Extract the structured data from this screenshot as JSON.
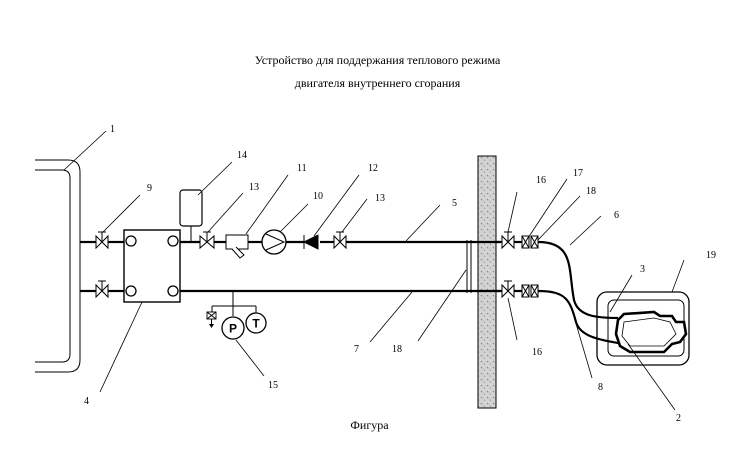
{
  "title": {
    "line1": "Устройство для поддержания теплового режима",
    "line2": "двигателя внутреннего сгорания"
  },
  "caption": "Фигура",
  "gauges": {
    "pressure": "P",
    "temperature": "T"
  },
  "labels": {
    "l1": "1",
    "l2": "2",
    "l3": "3",
    "l4": "4",
    "l5": "5",
    "l6": "6",
    "l7": "7",
    "l8": "8",
    "l9": "9",
    "l10": "10",
    "l11": "11",
    "l12": "12",
    "l13a": "13",
    "l13b": "13",
    "l14": "14",
    "l15": "15",
    "l16a": "16",
    "l16b": "16",
    "l17": "17",
    "l18a": "18",
    "l18b": "18",
    "l19": "19"
  }
}
